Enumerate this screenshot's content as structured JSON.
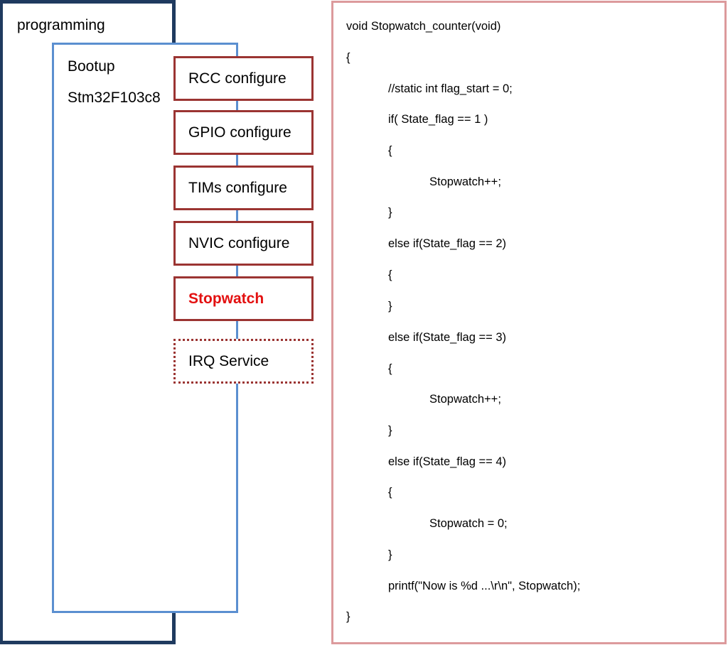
{
  "programming": {
    "label": "programming"
  },
  "bootup": {
    "label": "Bootup",
    "chip": "Stm32F103c8"
  },
  "steps": [
    {
      "label": "RCC configure"
    },
    {
      "label": "GPIO configure"
    },
    {
      "label": "TIMs configure"
    },
    {
      "label": "NVIC configure"
    },
    {
      "label": "Stopwatch"
    },
    {
      "label": "IRQ Service"
    }
  ],
  "code": {
    "lines": [
      "void Stopwatch_counter(void)",
      "{",
      "//static int flag_start = 0;",
      "if( State_flag == 1 )",
      "{",
      "Stopwatch++;",
      "}",
      "else if(State_flag == 2)",
      "{",
      "}",
      "else if(State_flag == 3)",
      "{",
      "Stopwatch++;",
      "}",
      "else if(State_flag == 4)",
      "{",
      "Stopwatch = 0;",
      "}",
      "printf(\"Now is %d ...\\r\\n\", Stopwatch);",
      "}"
    ]
  },
  "colors": {
    "programming_border": "#1f3a5f",
    "bootup_border": "#5b8fd0",
    "step_border": "#9b3432",
    "highlight_text": "#e31010",
    "code_border": "#dc9a9c"
  }
}
